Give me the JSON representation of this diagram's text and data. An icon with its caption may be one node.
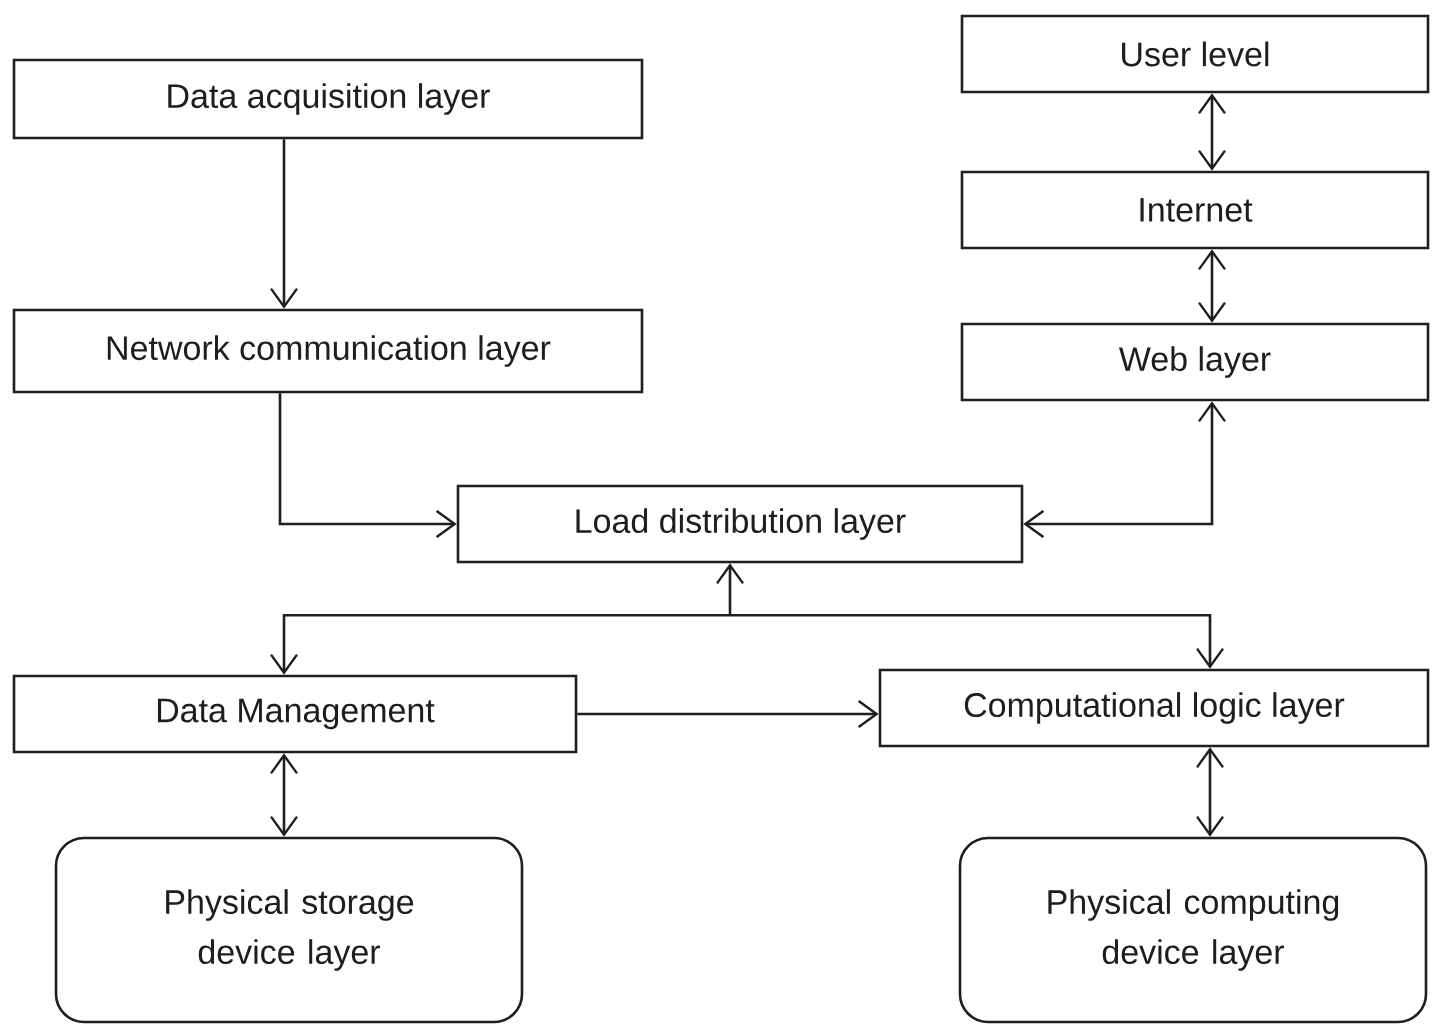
{
  "diagram": {
    "nodes": [
      {
        "text": [
          "Data acquisition layer"
        ]
      },
      {
        "text": [
          "Network communication layer"
        ]
      },
      {
        "text": [
          "User level"
        ]
      },
      {
        "text": [
          "Internet"
        ]
      },
      {
        "text": [
          "Web layer"
        ]
      },
      {
        "text": [
          "Load distribution layer"
        ]
      },
      {
        "text": [
          "Data Management"
        ]
      },
      {
        "text": [
          "Computational logic layer"
        ]
      },
      {
        "text": [
          "Physical storage device layer"
        ]
      },
      {
        "text": [
          "Physical computing device layer"
        ]
      }
    ],
    "edges": [
      {
        "from": 0,
        "to": 1,
        "arrow": "to"
      },
      {
        "from": 1,
        "to": 5,
        "arrow": "to"
      },
      {
        "from": 2,
        "to": 3,
        "arrow": "both"
      },
      {
        "from": 3,
        "to": 4,
        "arrow": "both"
      },
      {
        "from": 5,
        "to": 4,
        "arrow": "both"
      },
      {
        "from": 5,
        "to": 6,
        "arrow": "both"
      },
      {
        "from": 5,
        "to": 7,
        "arrow": "both"
      },
      {
        "from": 6,
        "to": 7,
        "arrow": "to"
      },
      {
        "from": 6,
        "to": 8,
        "arrow": "both"
      },
      {
        "from": 7,
        "to": 9,
        "arrow": "both"
      }
    ]
  }
}
